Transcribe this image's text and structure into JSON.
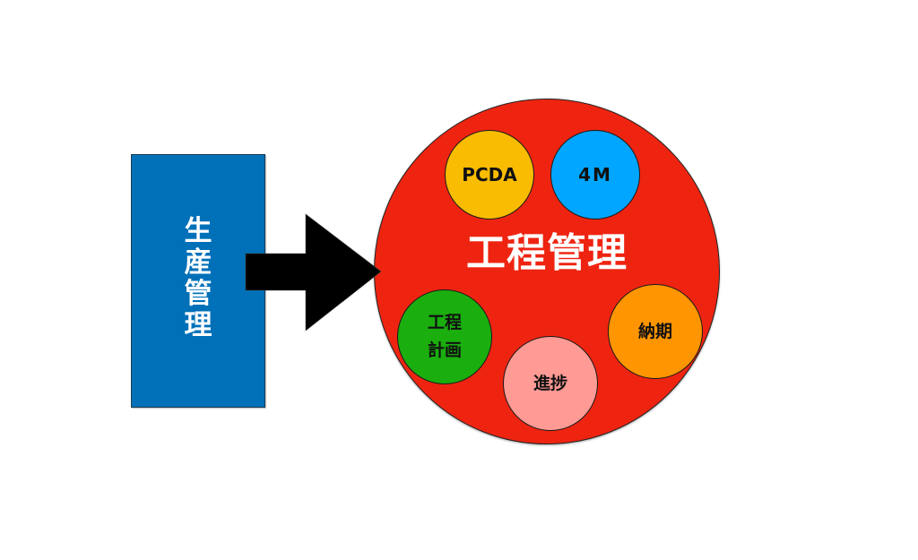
{
  "diagram": {
    "left_box": {
      "label_chars": [
        "生",
        "産",
        "管",
        "理"
      ],
      "label": "生産管理",
      "color": "#0070B8"
    },
    "arrow": {
      "direction": "right",
      "color": "#000000"
    },
    "main_circle": {
      "title": "工程管理",
      "color": "#EE2411"
    },
    "sub_circles": [
      {
        "label_lines": [
          "PCDA"
        ],
        "color": "#F9BC00"
      },
      {
        "label_lines": [
          "4M"
        ],
        "color": "#00A6FF"
      },
      {
        "label_lines": [
          "工程",
          "計画"
        ],
        "color": "#1AAE0E"
      },
      {
        "label_lines": [
          "進捗"
        ],
        "color": "#FF9A94"
      },
      {
        "label_lines": [
          "納期"
        ],
        "color": "#FF9500"
      }
    ]
  }
}
